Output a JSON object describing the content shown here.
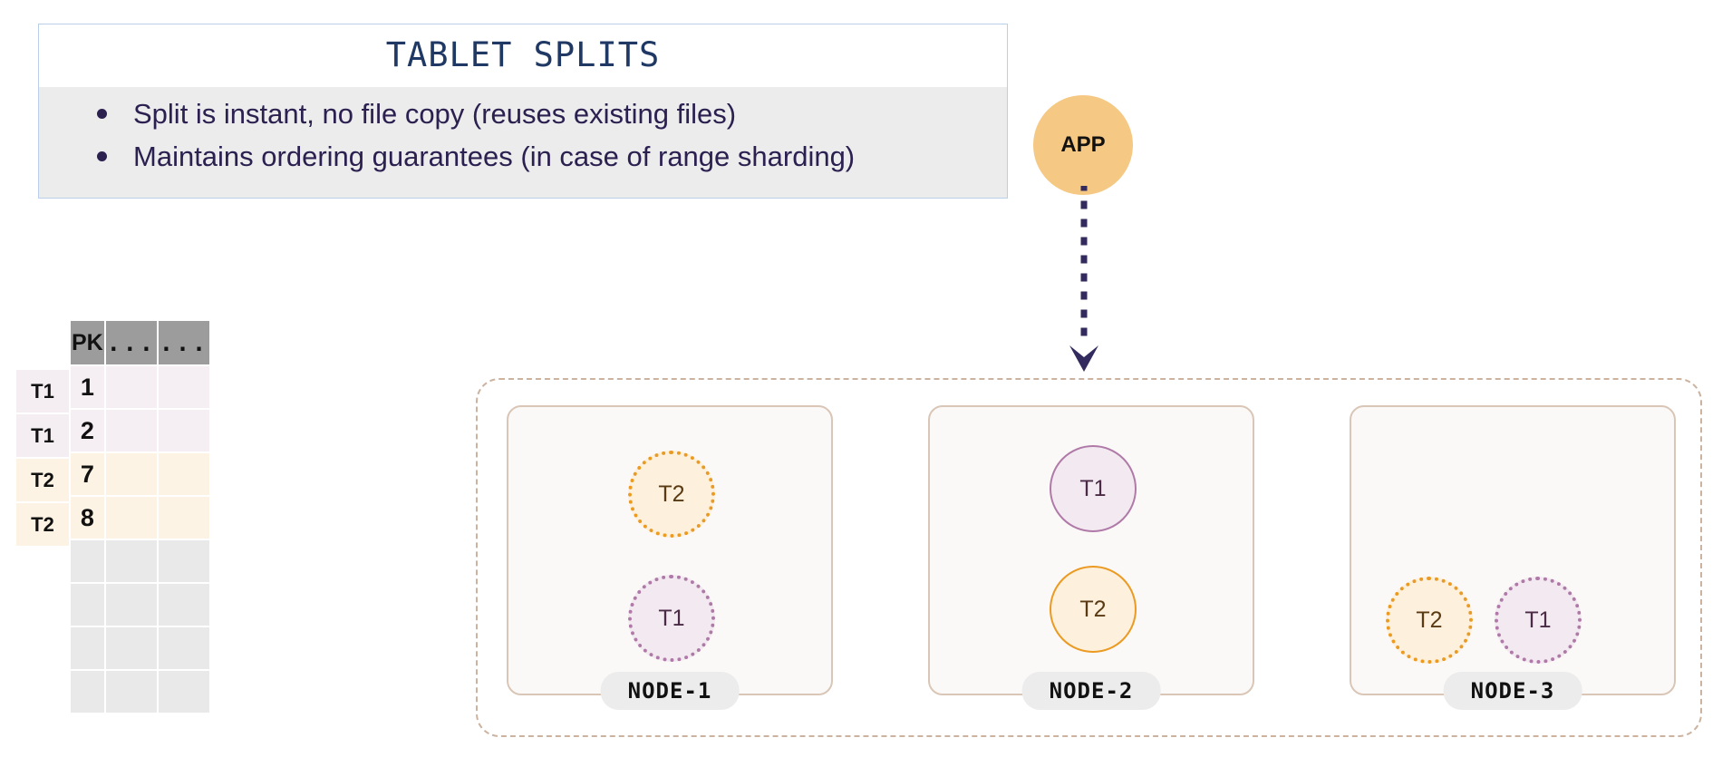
{
  "callout": {
    "title": "TABLET SPLITS",
    "bullets": [
      "Split is instant, no file copy (reuses existing files)",
      "Maintains ordering guarantees (in case of range sharding)"
    ],
    "border_color": "#b9d0e8",
    "title_color": "#1f3864",
    "body_bg": "#ececec",
    "text_color": "#2b2050"
  },
  "table": {
    "columns": [
      "PK",
      "...",
      "..."
    ],
    "tablet_labels": [
      "T1",
      "T1",
      "T2",
      "T2"
    ],
    "rows": [
      {
        "tablet": "T1",
        "pk": "1",
        "c2": "",
        "c3": ""
      },
      {
        "tablet": "T1",
        "pk": "2",
        "c2": "",
        "c3": ""
      },
      {
        "tablet": "T2",
        "pk": "7",
        "c2": "",
        "c3": ""
      },
      {
        "tablet": "T2",
        "pk": "8",
        "c2": "",
        "c3": ""
      }
    ],
    "empty_row_count": 4,
    "header_bg": "#9c9c9c",
    "t1_row_bg": "#f5eef3",
    "t2_row_bg": "#fdf3e4",
    "empty_row_bg": "#e9e9e9"
  },
  "app": {
    "label": "APP",
    "color": "#f5c983",
    "arrow_icon": "down-arrow-dotted",
    "arrow_color": "#332a5e"
  },
  "cluster": {
    "border_color": "#cbb3a0",
    "nodes": [
      {
        "name": "NODE-1",
        "tablets": [
          {
            "label": "T2",
            "type": "t2",
            "style": "dotted"
          },
          {
            "label": "T1",
            "type": "t1",
            "style": "dotted"
          }
        ]
      },
      {
        "name": "NODE-2",
        "tablets": [
          {
            "label": "T1",
            "type": "t1",
            "style": "solid"
          },
          {
            "label": "T2",
            "type": "t2",
            "style": "solid"
          }
        ]
      },
      {
        "name": "NODE-3",
        "tablets": [
          {
            "label": "T2",
            "type": "t2",
            "style": "dotted"
          },
          {
            "label": "T1",
            "type": "t1",
            "style": "dotted"
          }
        ]
      }
    ],
    "node_bg": "#fbf9f7",
    "node_border": "#d9c6b6",
    "badge_bg": "#ececec",
    "t1_color": "#b07aa8",
    "t2_color": "#eb9a22"
  }
}
